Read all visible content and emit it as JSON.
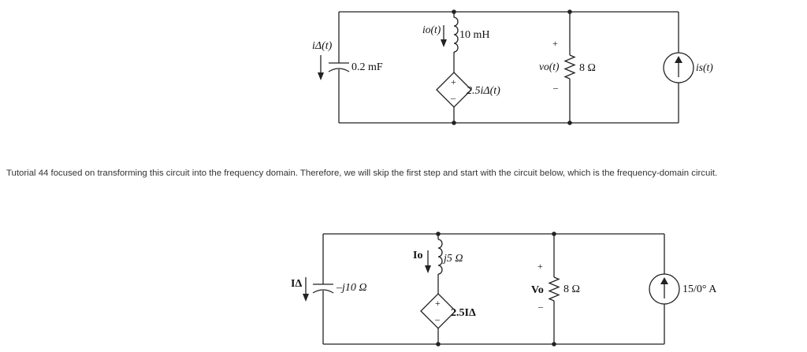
{
  "top_circuit": {
    "capacitor_current": "iΔ(t)",
    "capacitor_value": "0.2 mF",
    "inductor_current": "io(t)",
    "inductor_value": "10 mH",
    "dependent_source": "2.5iΔ(t)",
    "voltage_label": "vo(t)",
    "resistor_value": "8 Ω",
    "source_label": "is(t)",
    "plus": "+",
    "minus": "–"
  },
  "caption": "Tutorial 44 focused on transforming this circuit into the frequency domain. Therefore, we will skip the first step and start with the circuit below, which is the frequency-domain circuit.",
  "bottom_circuit": {
    "capacitor_current": "IΔ",
    "capacitor_value": "–j10 Ω",
    "inductor_current": "Io",
    "inductor_value": "j5 Ω",
    "dependent_source": "2.5IΔ",
    "voltage_label": "Vo",
    "resistor_value": "8 Ω",
    "source_label": "15/0° A",
    "plus": "+",
    "minus": "–"
  }
}
